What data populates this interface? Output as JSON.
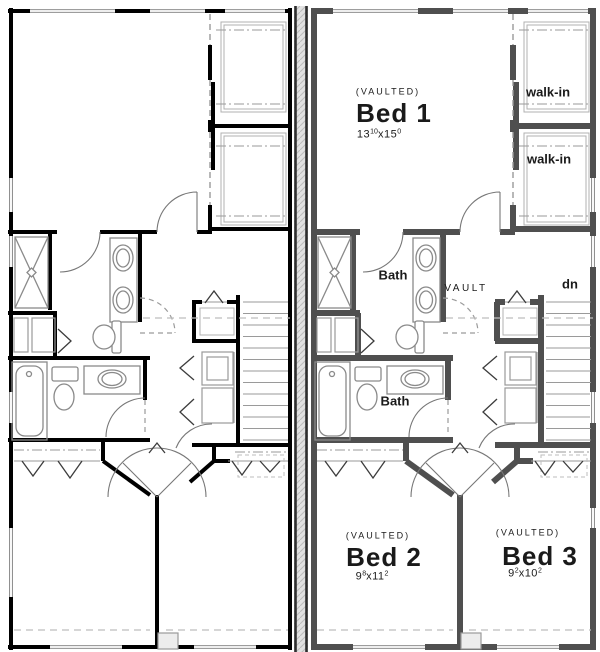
{
  "unit_right": {
    "bed1": {
      "tag": "(VAULTED)",
      "name": "Bed 1",
      "dim": {
        "feet_w": "13",
        "inch_w": "10",
        "sep": "x",
        "feet_h": "15",
        "inch_h": "0"
      }
    },
    "walk_in_1": {
      "name": "walk-in"
    },
    "walk_in_2": {
      "name": "walk-in"
    },
    "bath_upper": {
      "name": "Bath"
    },
    "vault": {
      "name": "VAULT"
    },
    "stairs": {
      "name": "dn"
    },
    "bath_lower": {
      "name": "Bath"
    },
    "bed2": {
      "tag": "(VAULTED)",
      "name": "Bed 2",
      "dim": {
        "feet_w": "9",
        "inch_w": "8",
        "sep": "x",
        "feet_h": "11",
        "inch_h": "2"
      }
    },
    "bed3": {
      "tag": "(VAULTED)",
      "name": "Bed 3",
      "dim": {
        "feet_w": "9",
        "inch_w": "2",
        "sep": "x",
        "feet_h": "10",
        "inch_h": "2"
      }
    }
  },
  "colors": {
    "wall_unit_left": "#000000",
    "wall_unit_right": "#4f4f4f",
    "fixture": "#8a8a8a",
    "dashed": "#9a9a9a",
    "text": "#1a1a1a",
    "party_wall_fill": "#e2e2e2",
    "background": "#ffffff"
  }
}
